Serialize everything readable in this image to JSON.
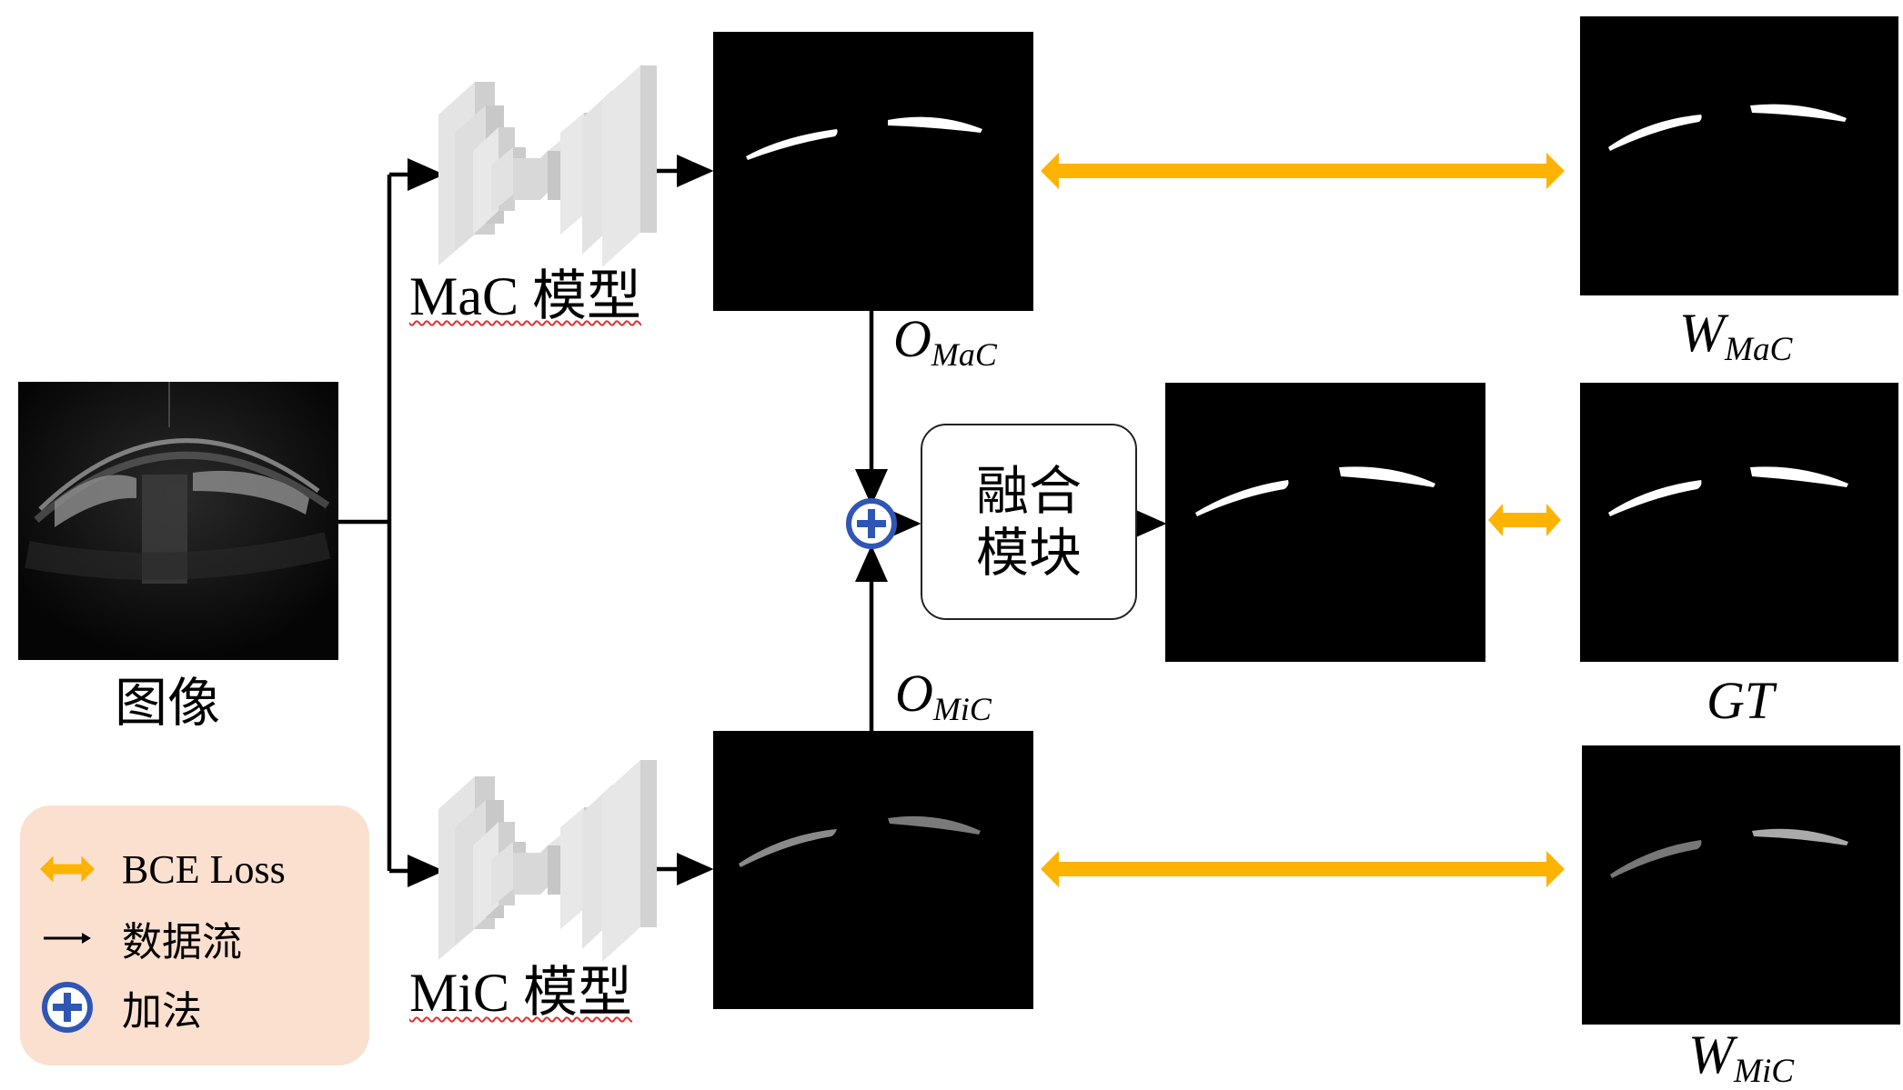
{
  "colors": {
    "loss_arrow": "#FDB300",
    "flow_arrow": "#000000",
    "add_symbol": "#2F56B5",
    "legend_bg": "#FBE0CF",
    "panel_bg": "#000000"
  },
  "labels": {
    "image": "图像",
    "mac_model": "MaC 模型",
    "mic_model": "MiC 模型",
    "fusion_line1": "融合",
    "fusion_line2": "模块"
  },
  "math": {
    "o_mac_main": "O",
    "o_mac_sub": "MaC",
    "o_mic_main": "O",
    "o_mic_sub": "MiC",
    "w_mac_main": "W",
    "w_mac_sub": "MaC",
    "w_mic_main": "W",
    "w_mic_sub": "MiC",
    "gt": "GT"
  },
  "legend": {
    "bce_loss": "BCE Loss",
    "data_flow": "数据流",
    "addition": "加法"
  },
  "icons": {
    "loss": "double-arrow-icon",
    "flow": "arrow-right-icon",
    "add": "plus-circle-icon",
    "model": "encoder-decoder-icon"
  }
}
